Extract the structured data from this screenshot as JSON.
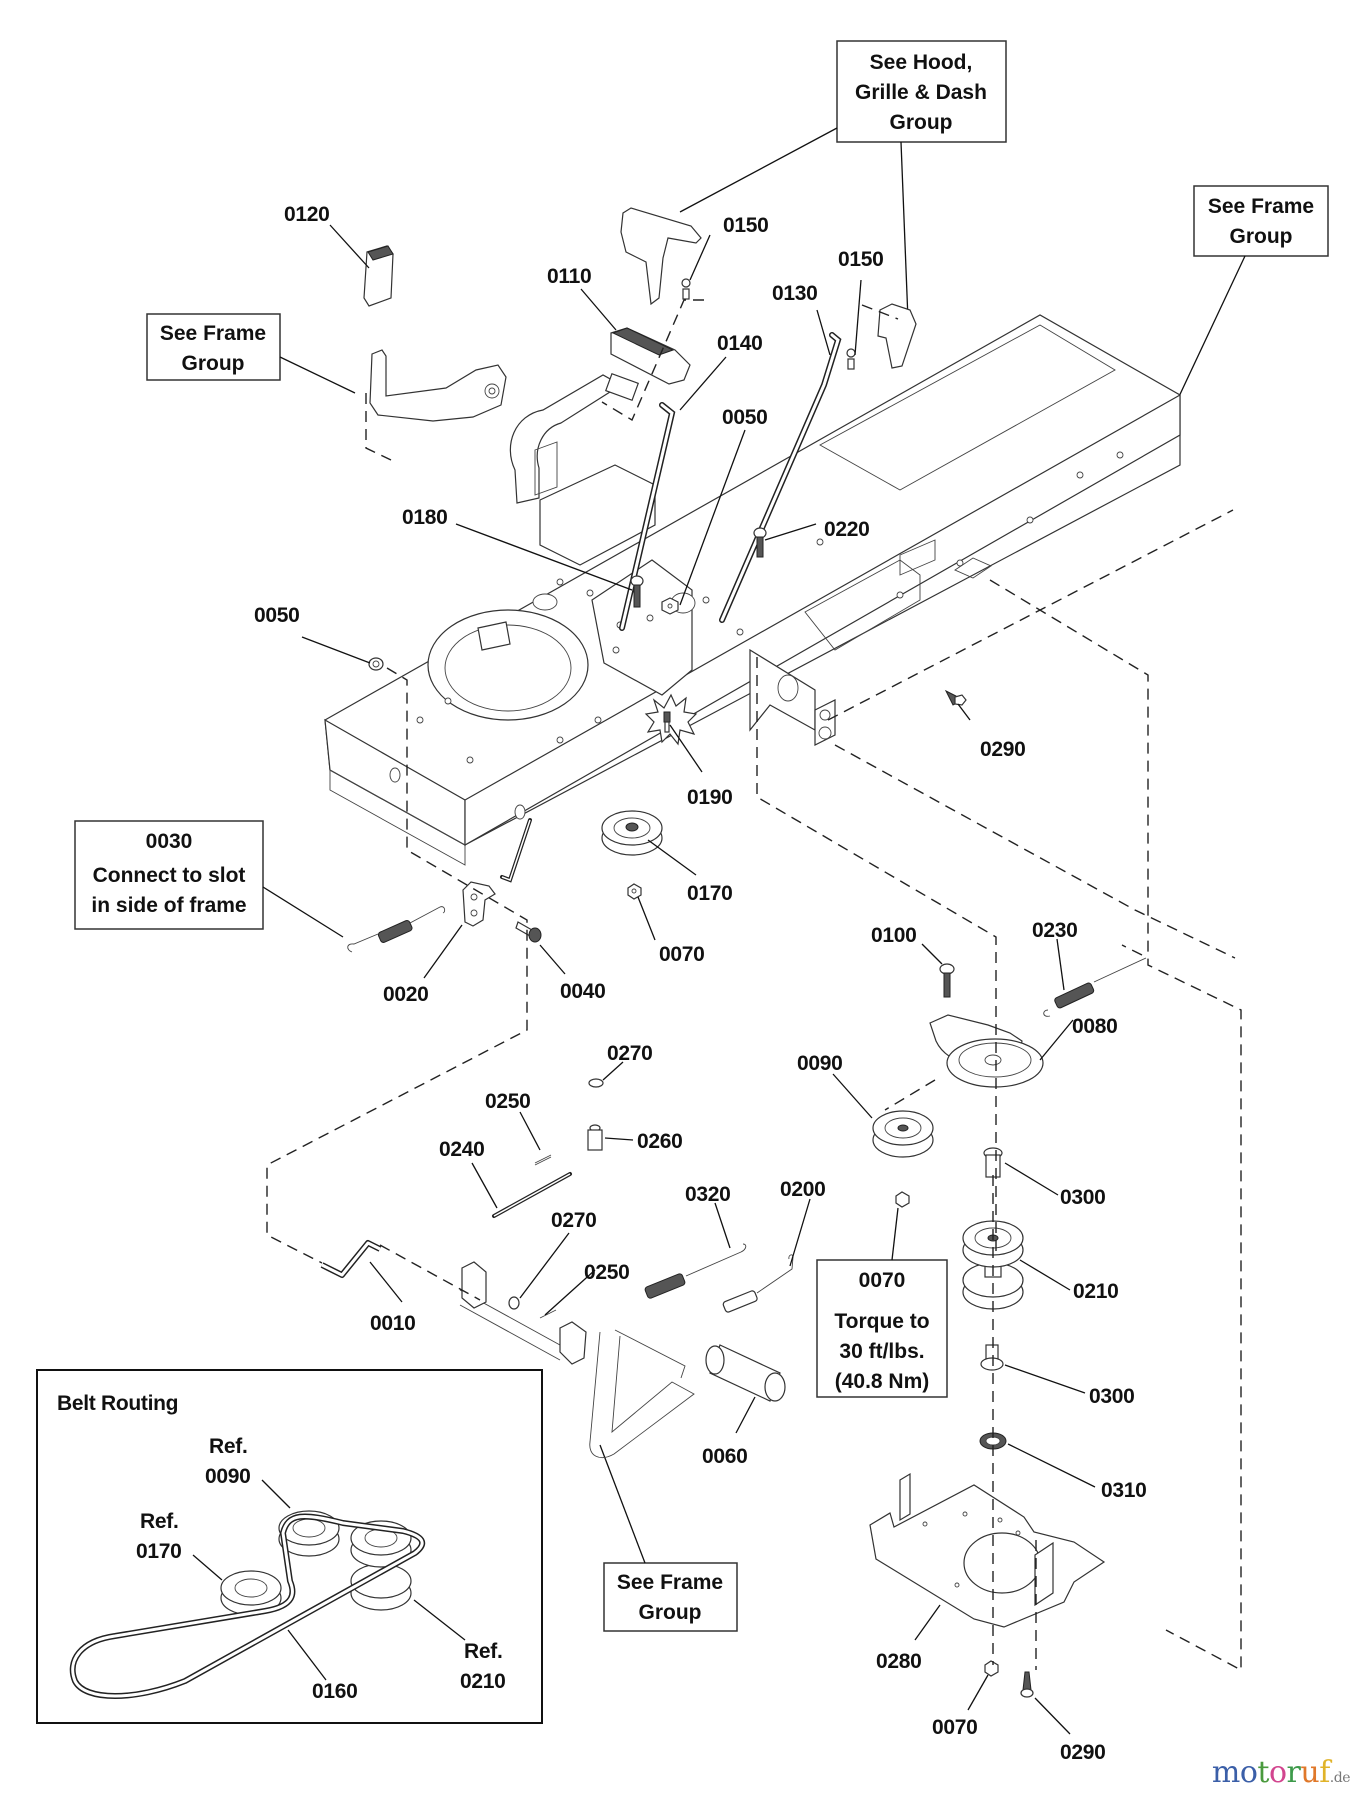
{
  "diagram": {
    "title": "Tractor frame / drive control parts diagram",
    "callout_boxes": {
      "hood_grille_dash": [
        "See Hood,",
        "Grille & Dash",
        "Group"
      ],
      "frame_top_right": [
        "See Frame",
        "Group"
      ],
      "frame_top_left": [
        "See Frame",
        "Group"
      ],
      "frame_bottom": [
        "See Frame",
        "Group"
      ],
      "spring_note": {
        "part": "0030",
        "lines": [
          "Connect to slot",
          "in side of frame"
        ]
      },
      "torque_note": {
        "part": "0070",
        "lines": [
          "Torque to",
          "30 ft/lbs.",
          "(40.8 Nm)"
        ]
      }
    },
    "part_labels": {
      "p0120": "0120",
      "p0110": "0110",
      "p0150a": "0150",
      "p0150b": "0150",
      "p0130": "0130",
      "p0140": "0140",
      "p0050a": "0050",
      "p0050b": "0050",
      "p0180": "0180",
      "p0220": "0220",
      "p0290a": "0290",
      "p0190": "0190",
      "p0170": "0170",
      "p0070a": "0070",
      "p0020": "0020",
      "p0040": "0040",
      "p0100": "0100",
      "p0230": "0230",
      "p0080": "0080",
      "p0090": "0090",
      "p0270a": "0270",
      "p0250a": "0250",
      "p0260": "0260",
      "p0240": "0240",
      "p0270b": "0270",
      "p0250b": "0250",
      "p0320": "0320",
      "p0200": "0200",
      "p0010": "0010",
      "p0060": "0060",
      "p0300a": "0300",
      "p0210": "0210",
      "p0300b": "0300",
      "p0310": "0310",
      "p0280": "0280",
      "p0070b": "0070",
      "p0290b": "0290"
    },
    "belt_routing": {
      "title": "Belt Routing",
      "ref_prefix": "Ref.",
      "refs": {
        "r0090": "0090",
        "r0170": "0170",
        "r0210": "0210"
      },
      "belt_part": "0160"
    }
  },
  "watermark": {
    "letters": [
      {
        "ch": "m",
        "color": "#3b5fa8"
      },
      {
        "ch": "o",
        "color": "#3b5fa8"
      },
      {
        "ch": "t",
        "color": "#4a9a3d"
      },
      {
        "ch": "o",
        "color": "#d2458f"
      },
      {
        "ch": "r",
        "color": "#3d9a4a"
      },
      {
        "ch": "u",
        "color": "#e0782a"
      },
      {
        "ch": "f",
        "color": "#e0b32a"
      }
    ],
    "suffix": ".de"
  }
}
